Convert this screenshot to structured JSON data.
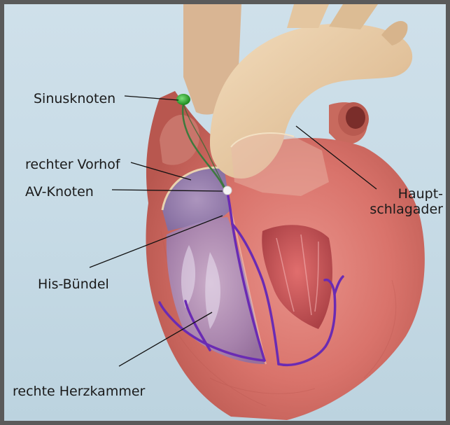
{
  "labels": {
    "sinus_node": "Sinusknoten",
    "right_atrium": "rechter Vorhof",
    "av_node": "AV-Knoten",
    "his_bundle": "His-Bündel",
    "right_ventricle": "rechte Herzkammer",
    "aorta_line1": "Haupt-",
    "aorta_line2": "schlagader"
  },
  "colors": {
    "background": "#c9dce7",
    "frame": "#5a5a5a",
    "sinus_node": "#2ea02e",
    "conduction_green": "#3d7a3d",
    "conduction_purple": "#6a2bb3",
    "av_node": "#f4f4f4",
    "muscle": "#c95e55",
    "aorta": "#e6c9a4"
  }
}
